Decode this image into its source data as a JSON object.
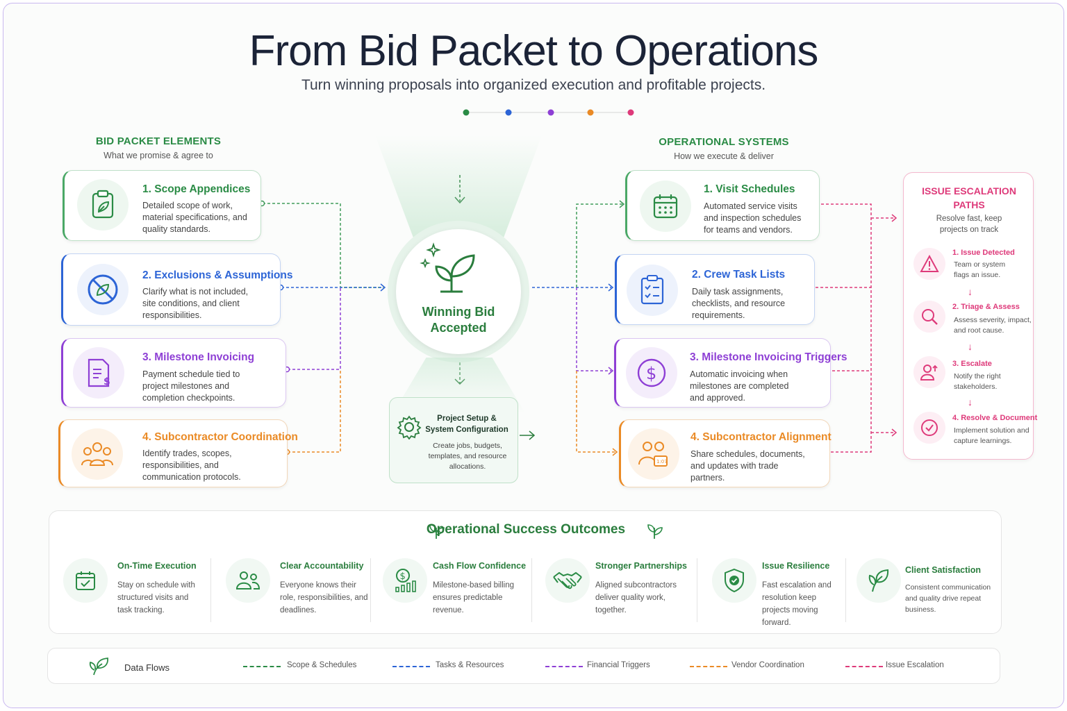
{
  "title": "From Bid Packet to Operations",
  "subtitle": "Turn winning proposals into organized execution and profitable projects.",
  "colors": {
    "green": "#2a8b45",
    "blue": "#2c64d6",
    "purple": "#8e3fd5",
    "orange": "#ea8a25",
    "pink": "#de3a7a"
  },
  "bid": {
    "heading": "BID PACKET ELEMENTS",
    "sub": "What we promise & agree to",
    "items": [
      {
        "title": "1. Scope Appendices",
        "desc": "Detailed scope of work, material specifications, and quality standards.",
        "icon": "clipboard-leaf-icon"
      },
      {
        "title": "2. Exclusions & Assumptions",
        "desc": "Clarify what is not included, site conditions, and client responsibilities.",
        "icon": "no-leaf-icon"
      },
      {
        "title": "3. Milestone Invoicing",
        "desc": "Payment schedule tied to project milestones and completion checkpoints.",
        "icon": "invoice-icon"
      },
      {
        "title": "4. Subcontractor Coordination",
        "desc": "Identify trades, scopes, responsibilities, and communication protocols.",
        "icon": "team-icon"
      }
    ]
  },
  "hub": {
    "label_line1": "Winning Bid",
    "label_line2": "Accepted",
    "icon": "sprout-icon"
  },
  "setup": {
    "title_line1": "Project Setup &",
    "title_line2": "System Configuration",
    "desc": "Create jobs, budgets, templates, and resource allocations.",
    "icon": "gear-icon"
  },
  "ops": {
    "heading": "OPERATIONAL SYSTEMS",
    "sub": "How we execute & deliver",
    "items": [
      {
        "title": "1. Visit Schedules",
        "desc": "Automated service visits and inspection schedules for teams and vendors.",
        "icon": "calendar-icon"
      },
      {
        "title": "2. Crew Task Lists",
        "desc": "Daily task assignments, checklists, and resource requirements.",
        "icon": "checklist-icon"
      },
      {
        "title": "3. Milestone Invoicing Triggers",
        "desc": "Automatic invoicing when milestones are completed and approved.",
        "icon": "dollar-icon"
      },
      {
        "title": "4. Subcontractor Alignment",
        "desc": "Share schedules, documents, and updates with trade partners.",
        "icon": "partners-icon"
      }
    ]
  },
  "escalation": {
    "heading_line1": "ISSUE ESCALATION",
    "heading_line2": "PATHS",
    "sub": "Resolve fast, keep projects on track",
    "steps": [
      {
        "title": "1. Issue Detected",
        "desc": "Team or system flags an issue.",
        "icon": "warning-icon"
      },
      {
        "title": "2. Triage & Assess",
        "desc": "Assess severity, impact, and root cause.",
        "icon": "search-icon"
      },
      {
        "title": "3. Escalate",
        "desc": "Notify the right stakeholders.",
        "icon": "escalate-person-icon"
      },
      {
        "title": "4. Resolve & Document",
        "desc": "Implement solution and capture learnings.",
        "icon": "check-circle-icon"
      }
    ]
  },
  "outcomes": {
    "title": "Operational Success Outcomes",
    "items": [
      {
        "title": "On-Time Execution",
        "desc": "Stay on schedule with structured visits and task tracking.",
        "icon": "calendar-check-icon"
      },
      {
        "title": "Clear Accountability",
        "desc": "Everyone knows their role, responsibilities, and deadlines.",
        "icon": "people-icon"
      },
      {
        "title": "Cash Flow Confidence",
        "desc": "Milestone-based billing ensures predictable revenue.",
        "icon": "cash-chart-icon"
      },
      {
        "title": "Stronger Partnerships",
        "desc": "Aligned subcontractors deliver quality work, together.",
        "icon": "handshake-icon"
      },
      {
        "title": "Issue Resilience",
        "desc": "Fast escalation and resolution keep projects moving forward.",
        "icon": "shield-check-icon"
      },
      {
        "title": "Client Satisfaction",
        "desc": "Consistent communication and quality drive repeat business.",
        "icon": "leaf-icon"
      }
    ]
  },
  "legend": {
    "title": "Data Flows",
    "items": [
      {
        "label": "Scope & Schedules",
        "color": "#2a8b45"
      },
      {
        "label": "Tasks & Resources",
        "color": "#2c64d6"
      },
      {
        "label": "Financial Triggers",
        "color": "#8e3fd5"
      },
      {
        "label": "Vendor Coordination",
        "color": "#ea8a25"
      },
      {
        "label": "Issue Escalation",
        "color": "#de3a7a"
      }
    ]
  }
}
